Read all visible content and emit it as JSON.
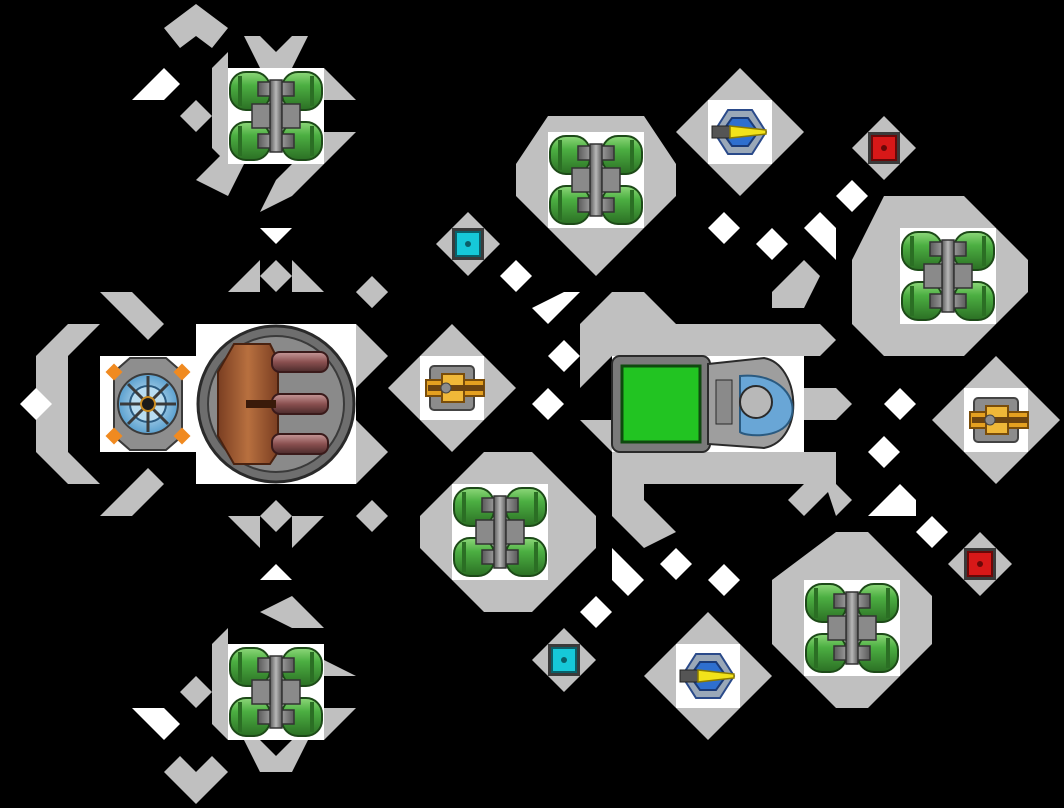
{
  "scene": {
    "background": "#000000",
    "hull_color": "#c0c0c0",
    "white": "#ffffff"
  },
  "parts": [
    {
      "kind": "fuel-tank",
      "icon": "fuel-tank-icon"
    },
    {
      "kind": "fuel-tank",
      "icon": "fuel-tank-icon"
    },
    {
      "kind": "fuel-tank",
      "icon": "fuel-tank-icon"
    },
    {
      "kind": "fuel-tank",
      "icon": "fuel-tank-icon"
    },
    {
      "kind": "fuel-tank",
      "icon": "fuel-tank-icon"
    },
    {
      "kind": "fuel-tank",
      "icon": "fuel-tank-icon"
    },
    {
      "kind": "fuel-tank",
      "icon": "fuel-tank-icon"
    },
    {
      "kind": "command-core",
      "icon": "command-core-icon"
    },
    {
      "kind": "cargo-missile-bay",
      "icon": "missile-bay-icon"
    },
    {
      "kind": "shield-generator",
      "icon": "shield-generator-icon"
    },
    {
      "kind": "cannon",
      "icon": "cannon-icon"
    },
    {
      "kind": "cannon",
      "icon": "cannon-icon"
    },
    {
      "kind": "laser",
      "icon": "laser-icon"
    },
    {
      "kind": "laser",
      "icon": "laser-icon"
    },
    {
      "kind": "sensor-cyan",
      "icon": "sensor-icon"
    },
    {
      "kind": "sensor-cyan",
      "icon": "sensor-icon"
    },
    {
      "kind": "light-red",
      "icon": "warning-light-icon"
    },
    {
      "kind": "light-red",
      "icon": "warning-light-icon"
    }
  ]
}
